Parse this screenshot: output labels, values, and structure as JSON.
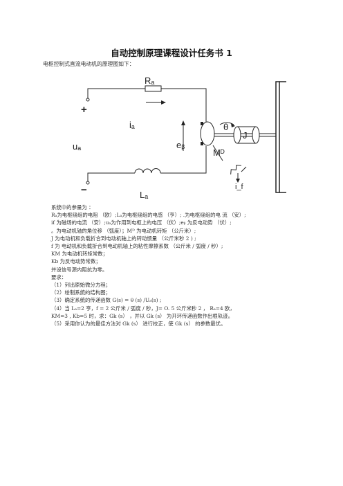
{
  "title": "自动控制原理课程设计任务书 1",
  "intro": "电枢控制式直流电动机的原理图如下：",
  "diagram": {
    "labels": {
      "ra": "Rₐ",
      "plus": "+",
      "minus": "−",
      "ia": "iₐ",
      "ua": "uₐ",
      "eb": "eᵦ",
      "theta": "θ",
      "j": "J",
      "md": "Mᴰ",
      "la": "Lₐ",
      "if": "i_f"
    }
  },
  "lines": [
    "系统中的参量为 ：",
    "Rₐ为电枢绕组的电阻 （欧）;Lₐ为电枢绕组的电感 （亨）;   .为电枢绕组的电 流 （安）;",
    "if  为磁场的电流 （安）;uₐ为作用到电枢上的电压 （伏）;eᵦ 为反电动势 （伏）;",
    "。为电动机轴的角位移 （弧度）；Mᴰ 为电动机转矩 （公斤米）;",
    "J 为电动机和负载折合到电动机轴上的转动惯量 （公斤米秒 2 ) ;",
    "f  为 电动机和负载折合到电动机轴上的粘性摩擦系数 （公斤米 / 弧度 / 秒）;",
    "KM 为电动机转矩常数；",
    "Kb 为反电动势常数；",
    "并设信号源内阻抗为零。",
    "要求：",
    "（1）列出原始微分方程；",
    "（2）绘制系统的结构图；",
    "（3）确定系统的传递函数  G(s) =     θ    (s) /Uₐ(s) ;",
    "（4）当 Lₐ=2 亨，f =  2  公斤米 / 弧度 / 秒，J= O. 5  公斤米秒  2 ，  Rₐ=4  欧，",
    "KM=3 , Kb=5 时，求：Gk (s）  ，并以  Gk (s）  为开环传递函数作出根轨迹。",
    "（5）采用你认为的最佳方法对   Gk (s）   进行校正，使 Gk (s）   的参数最优。"
  ]
}
